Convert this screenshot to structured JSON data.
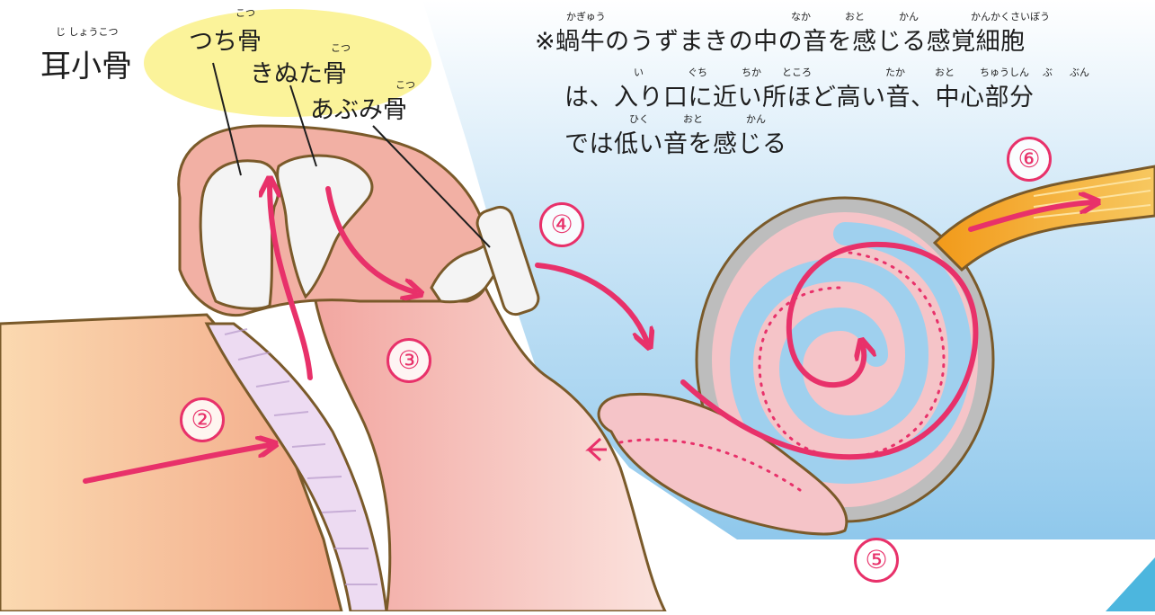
{
  "title": {
    "text": "耳小骨",
    "ruby": "じ しょうこつ"
  },
  "bones": [
    {
      "text": "つち骨",
      "ruby": "こつ"
    },
    {
      "text": "きぬた骨",
      "ruby": "こつ"
    },
    {
      "text": "あぶみ骨",
      "ruby": "こつ"
    }
  ],
  "note": {
    "lines": [
      "※蝸牛のうずまきの中の音を感じる感覚細胞",
      "は、入り口に近い所ほど高い音、中心部分",
      "では低い音を感じる"
    ],
    "ruby": [
      "かぎゅう",
      "なか",
      "おと",
      "かん",
      "かんかくさいぼう",
      "い",
      "ぐち",
      "ちか",
      "ところ",
      "たか",
      "おと",
      "ちゅうしん",
      "ぶ",
      "ぶん",
      "ひく",
      "おと",
      "かん"
    ]
  },
  "step_numbers": [
    "②",
    "③",
    "④",
    "⑤",
    "⑥"
  ],
  "colors": {
    "arrow": "#e8316a",
    "outline": "#7a5a2a",
    "skin": "#f3b89a",
    "canal_fill": "#f6c7bc",
    "fluid": "#9fd0ee",
    "cochlea_ring": "#bdbdbd",
    "cochlea_pink": "#f5c4c8",
    "nerve": "#f2a21f",
    "bubble": "#fbf39a",
    "accent": "#4cb6de"
  }
}
